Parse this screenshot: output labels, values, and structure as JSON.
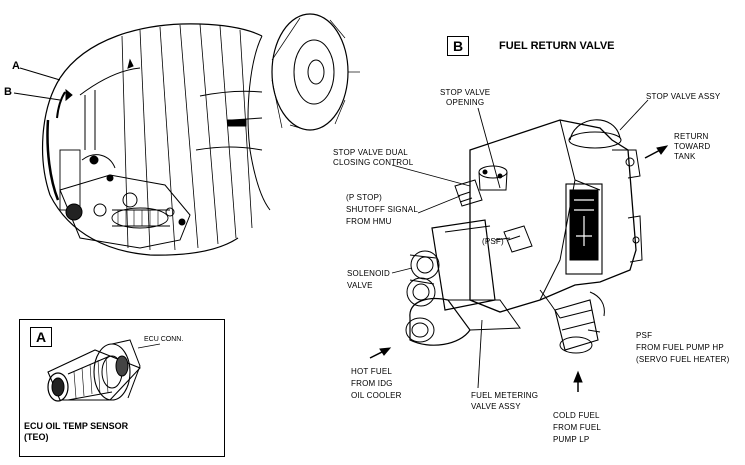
{
  "callouts": {
    "a": "A",
    "b": "B"
  },
  "section_b": {
    "letter": "B",
    "title": "FUEL RETURN VALVE",
    "labels": {
      "stop_valve_opening": "STOP VALVE\nOPENING",
      "stop_valve_assy": "STOP VALVE ASSY",
      "return_toward_tank": "RETURN\nTOWARD\nTANK",
      "stop_valve_dual": "STOP VALVE DUAL\nCLOSING CONTROL",
      "p_stop": "(P STOP)\nSHUTOFF SIGNAL\nFROM HMU",
      "psf_inner": "(PSF)",
      "solenoid_valve": "SOLENOID\nVALVE",
      "psf_servo": "PSF\nFROM FUEL PUMP HP\n(SERVO FUEL HEATER)",
      "hot_fuel": "HOT FUEL\nFROM IDG\nOIL COOLER",
      "fuel_metering": "FUEL METERING\nVALVE ASSY",
      "cold_fuel": "COLD FUEL\nFROM FUEL\nPUMP LP"
    }
  },
  "section_a": {
    "letter": "A",
    "ecu_conn": "ECU CONN.",
    "sensor_name": "ECU OIL TEMP SENSOR\n(TEO)"
  }
}
